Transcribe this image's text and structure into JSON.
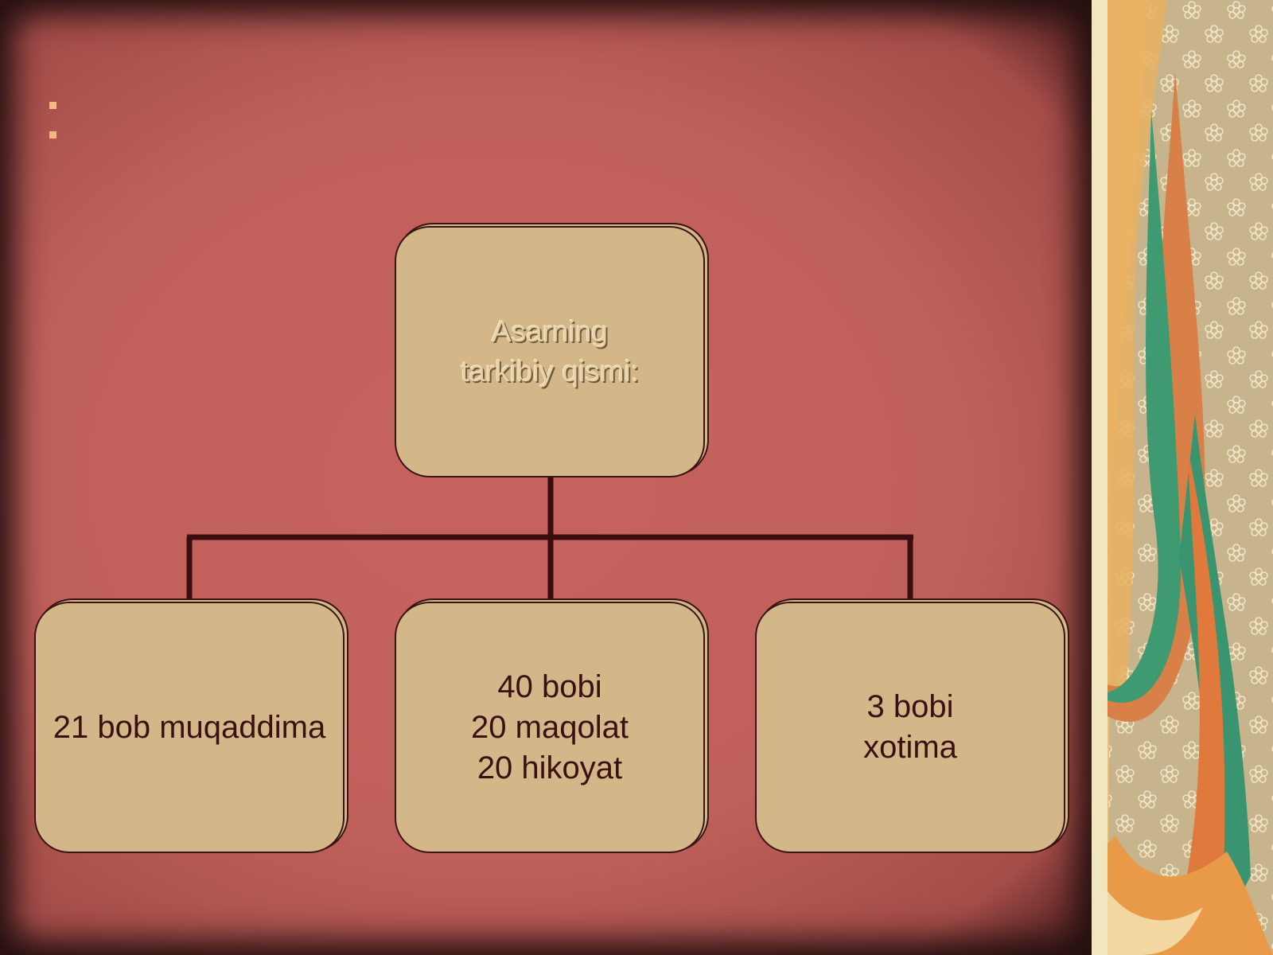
{
  "slide": {
    "bullets": [
      "",
      ""
    ]
  },
  "diagram": {
    "root": {
      "label": "Asarning\ntarkibiy qismi:"
    },
    "children": [
      {
        "label": "21 bob muqaddima"
      },
      {
        "label": "40 bobi\n20 maqolat\n20 hikoyat"
      },
      {
        "label": "3 bobi\nxotima"
      }
    ]
  },
  "colors": {
    "background": "#c0605b",
    "node_fill": "#d3b788",
    "node_border": "#3a1414",
    "connector": "#3a0e0e",
    "bullet": "#f4b980"
  }
}
